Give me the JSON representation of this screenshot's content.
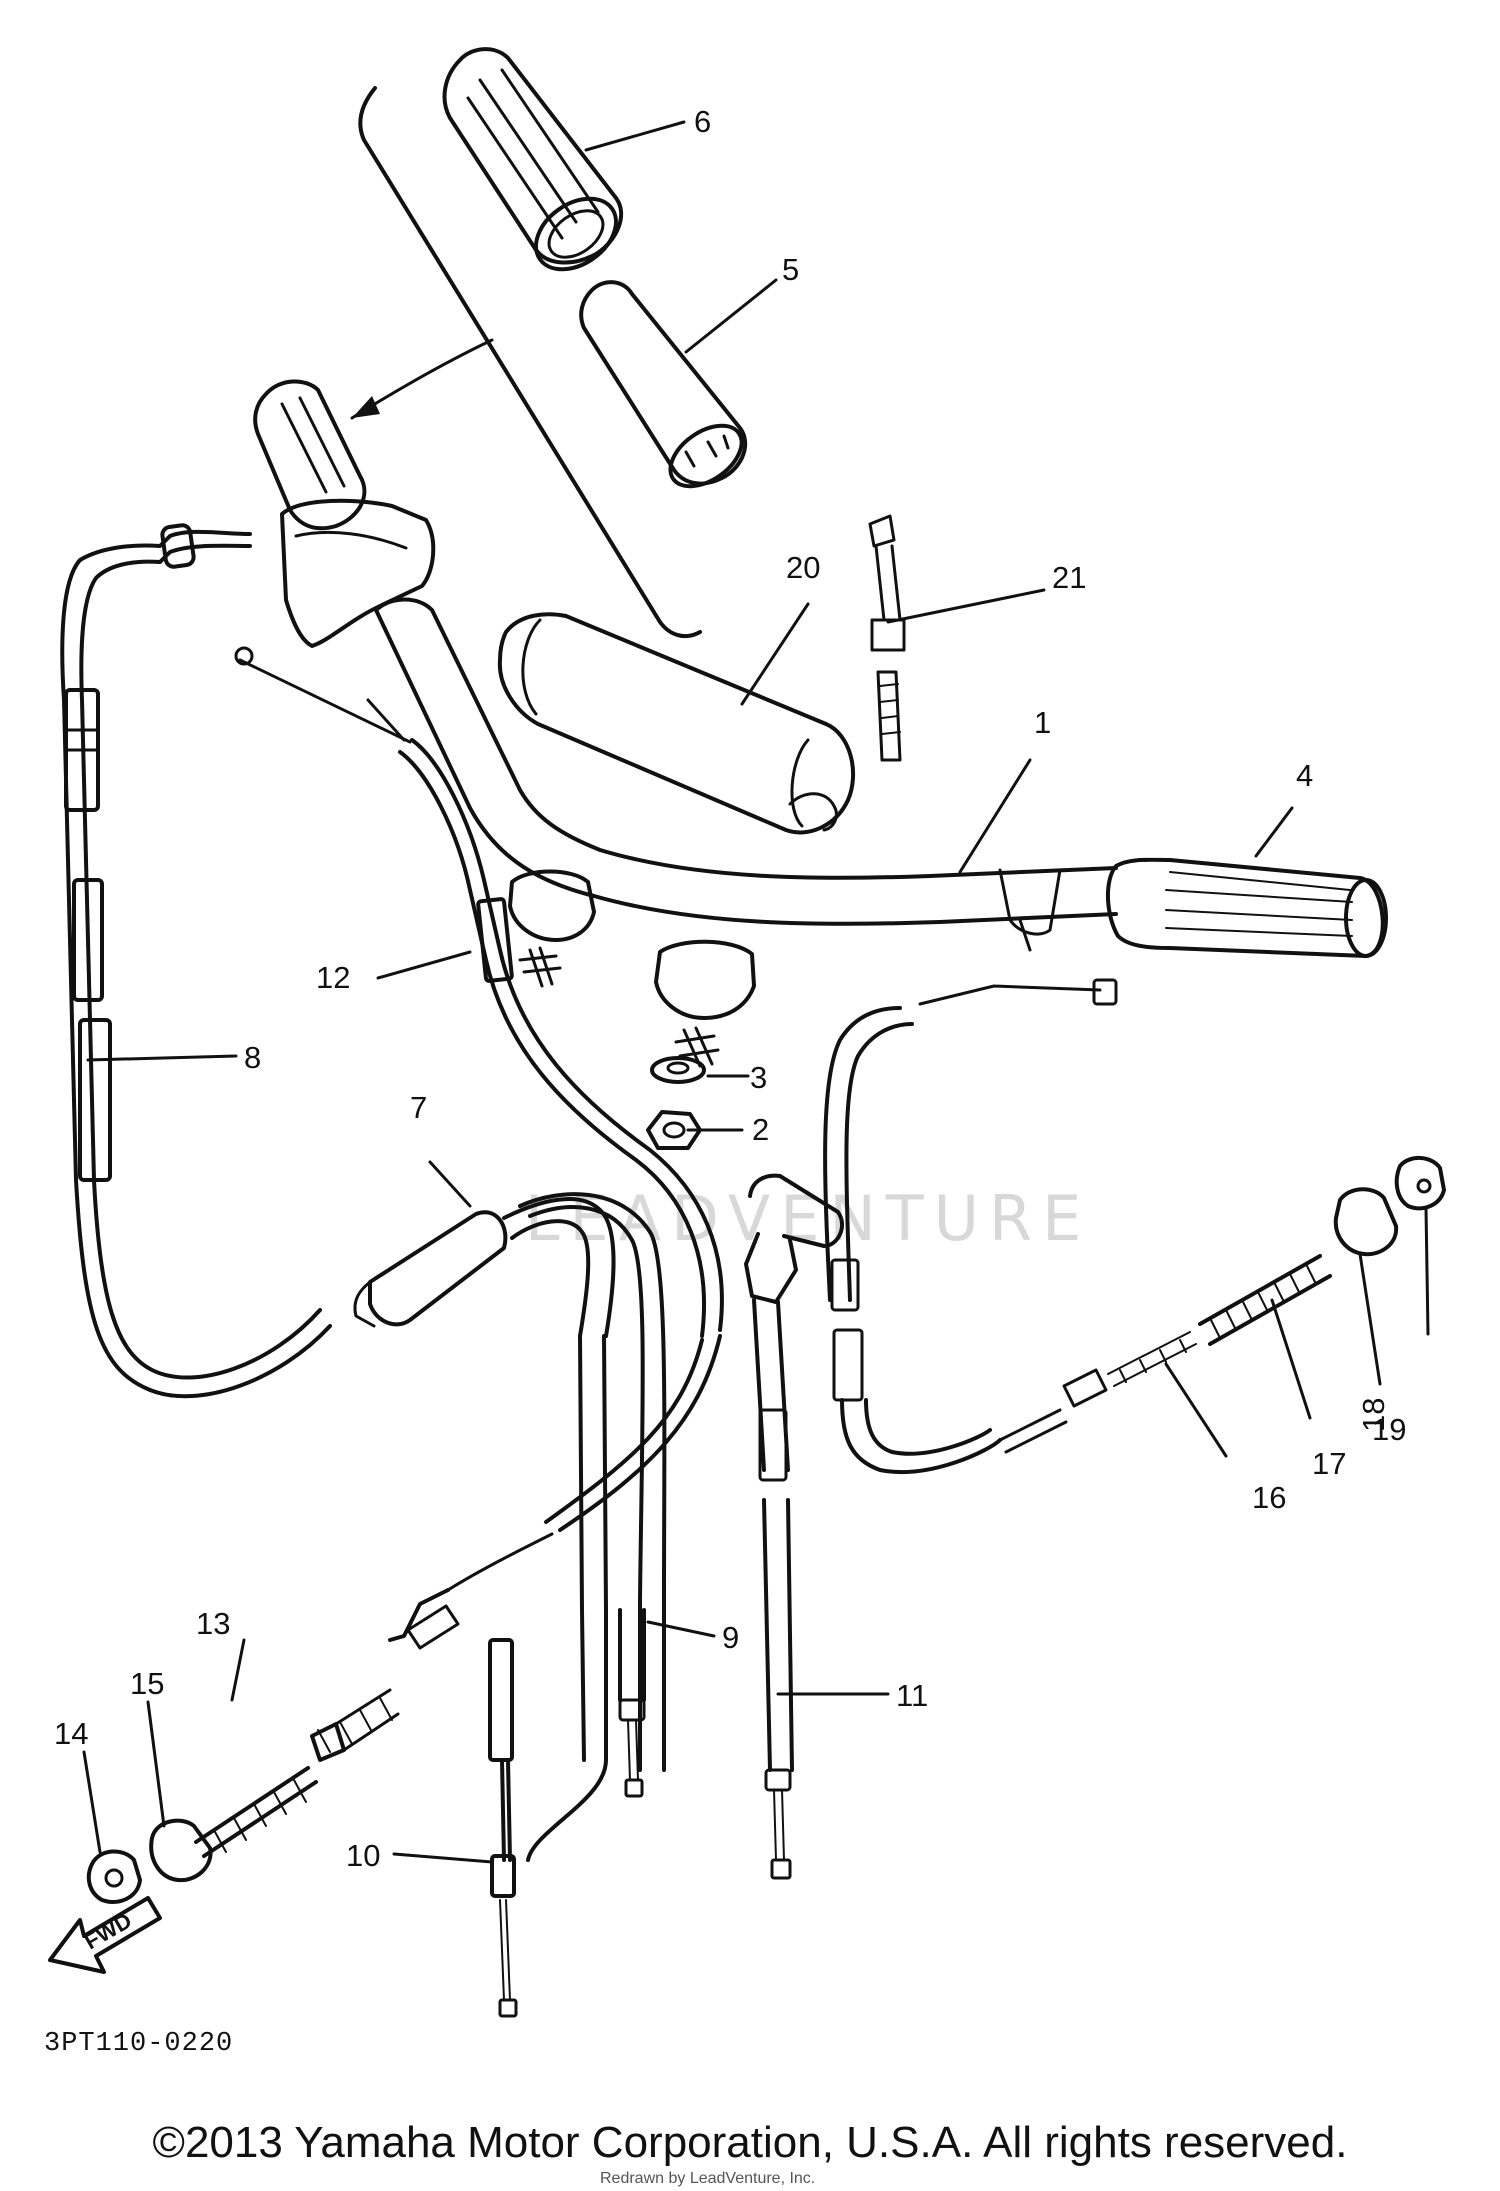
{
  "diagram": {
    "watermark": "LEADVENTURE",
    "diagram_code": "3PT110-0220",
    "direction_label": "FWD",
    "callouts": [
      "1",
      "2",
      "3",
      "4",
      "5",
      "6",
      "7",
      "8",
      "9",
      "10",
      "11",
      "12",
      "13",
      "14",
      "15",
      "16",
      "17",
      "18",
      "19",
      "20",
      "21"
    ]
  },
  "footer": {
    "copyright": "©2013 Yamaha Motor Corporation, U.S.A. All rights reserved.",
    "redraw_credit": "Redrawn by LeadVenture, Inc."
  }
}
